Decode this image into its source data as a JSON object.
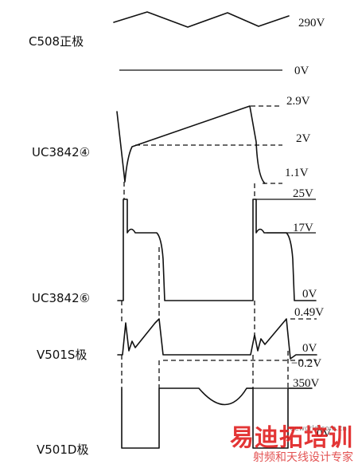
{
  "signals": {
    "c508": "C508正极",
    "uc3842_4": "UC3842④",
    "uc3842_6": "UC3842⑥",
    "v501s": "V501S极",
    "v501d": "V501D极"
  },
  "levels": {
    "v290": "290V",
    "c508_0v": "0V",
    "v2_9": "2.9V",
    "v2": "2V",
    "v1_1": "1.1V",
    "v25": "25V",
    "v17": "17V",
    "gate_0v": "0V",
    "v0_49": "0.49V",
    "src_0v": "0V",
    "vneg0_2": "−0.2V",
    "v350": "350V",
    "drain_0v": "0V"
  },
  "watermark": {
    "main": "易迪拓培训",
    "sub": "射频和天线设计专家",
    "site": "eeworld.com.cn"
  }
}
